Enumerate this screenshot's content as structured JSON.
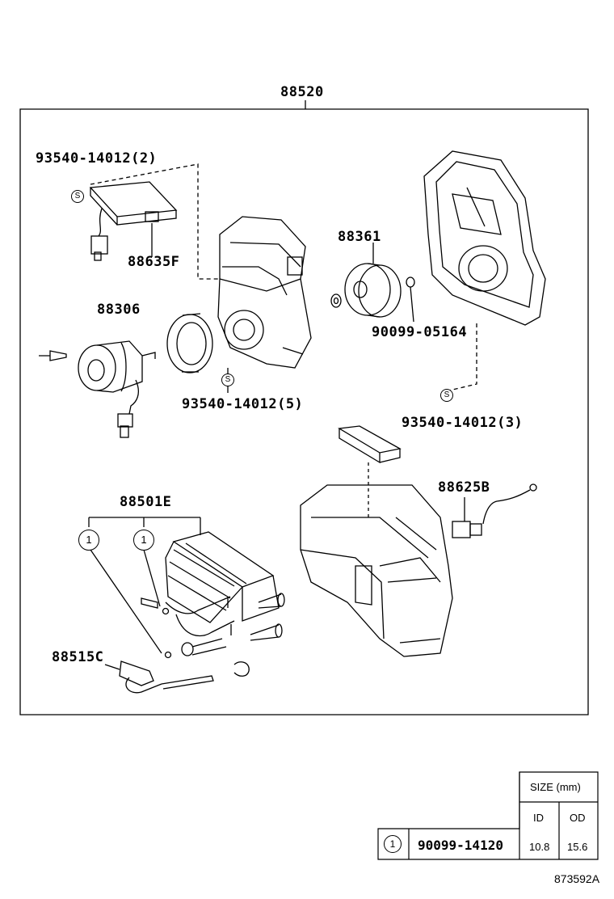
{
  "assembly_number": "88520",
  "callouts": {
    "harness_clip": "93540-14012(2)",
    "resistor": "88635F",
    "blower_motor": "88306",
    "pulley": "88361",
    "nut": "90099-05164",
    "case_clip_5": "93540-14012(5)",
    "case_clip_3": "93540-14012(3)",
    "evaporator": "88501E",
    "sensor_wire": "88625B",
    "expansion_valve": "88515C"
  },
  "markers": {
    "clip_symbol": "S",
    "oring_symbol": "1"
  },
  "size_table": {
    "header": "SIZE (mm)",
    "col_id": "ID",
    "col_od": "OD",
    "row_symbol": "1",
    "part_number": "90099-14120",
    "id_value": "10.8",
    "od_value": "15.6"
  },
  "figure_code": "873592A"
}
